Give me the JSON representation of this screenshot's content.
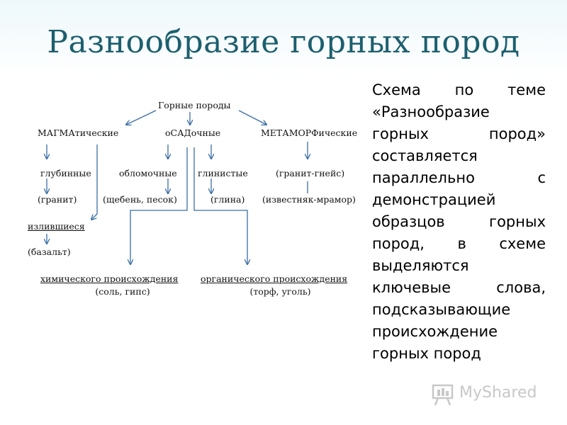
{
  "title": "Разнообразие горных пород",
  "diagram": {
    "root": "Горные породы",
    "magmatic": "МАГМАтические",
    "sedimentary": "оСАДочные",
    "metamorphic": "МЕТАМОРФические",
    "deep": "глубинные",
    "clastic": "обломочные",
    "clay": "глинистые",
    "gneiss": "(гранит-гнейс)",
    "granite_ex": "(гранит)",
    "clastic_ex": "(щебень, песок)",
    "clay_ex": "(глина)",
    "marble_ex": "(известняк-мрамор)",
    "effusive": "излившиеся",
    "effusive_ex": "(базальт)",
    "chemical": "химического происхождения",
    "chemical_ex": "(соль, гипс)",
    "organic": "органического происхождения",
    "organic_ex": "(торф, уголь)"
  },
  "description": "Схема по теме «Разнообразие горных пород» составляется параллельно с демонстрацией образцов горных пород, в схеме выделяются ключевые слова, подсказывающие происхождение горных пород",
  "logo": {
    "text": "MyShared",
    "icon": "presentation-board-icon"
  },
  "colors": {
    "title": "#1c5f6e",
    "arrows": "#3a6ea5"
  }
}
